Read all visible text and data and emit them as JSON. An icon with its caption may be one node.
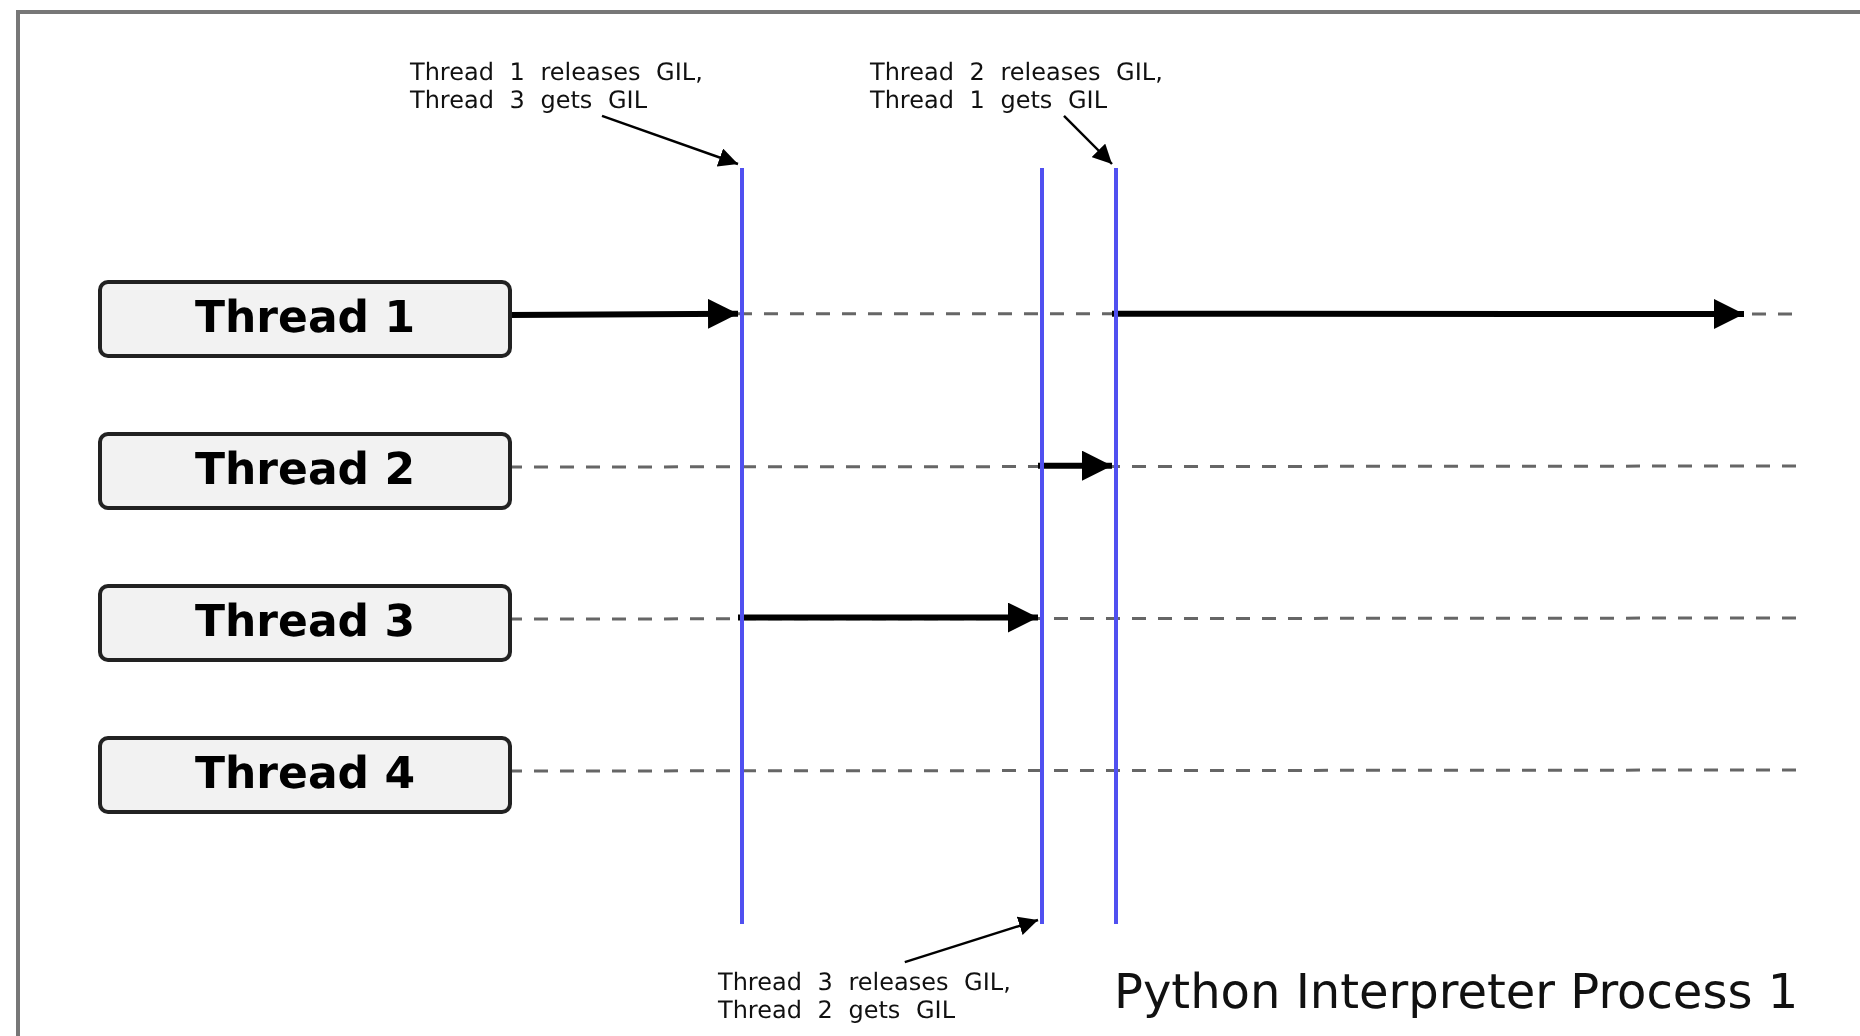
{
  "diagram": {
    "nodes": [
      {
        "text": [
          "Python Interpreter Process 1"
        ]
      },
      {
        "text": [
          "Thread 1 releases GIL, Thread 3 gets GIL"
        ],
        "in": 0
      },
      {
        "text": [
          "Thread 2 releases GIL, Thread 1 gets GIL"
        ],
        "in": 0
      },
      {
        "text": [
          "Thread 1"
        ],
        "in": 0
      },
      {
        "text": [
          "Thread 2"
        ],
        "in": 0
      },
      {
        "text": [
          "Thread 3"
        ],
        "in": 0
      },
      {
        "text": [
          "Thread 4"
        ],
        "in": 0
      },
      {
        "text": [],
        "shape": "bar",
        "in": 0
      },
      {
        "text": [],
        "shape": "bar",
        "in": 0
      },
      {
        "text": [],
        "shape": "bar",
        "in": 0
      },
      {
        "text": [
          "Thread 3 releases GIL, Thread 2 gets GIL"
        ],
        "in": 0
      }
    ],
    "edges": [
      {
        "from": 3,
        "to": 7,
        "arrow": "to",
        "style": "thick"
      },
      {
        "from": 7,
        "to": null,
        "arrow": "none",
        "style": "dashed",
        "color": "#666666"
      },
      {
        "from": 9,
        "to": null,
        "arrow": "to",
        "style": "thick"
      },
      {
        "from": 4,
        "to": null,
        "arrow": "none",
        "style": "dashed",
        "color": "#666666"
      },
      {
        "from": 8,
        "to": 9,
        "arrow": "to",
        "style": "thick"
      },
      {
        "from": 5,
        "to": null,
        "arrow": "none",
        "style": "dashed",
        "color": "#666666"
      },
      {
        "from": 7,
        "to": 8,
        "arrow": "to",
        "style": "thick"
      },
      {
        "from": 6,
        "to": null,
        "arrow": "none",
        "style": "dashed",
        "color": "#666666"
      },
      {
        "from": 1,
        "to": 7,
        "arrow": "to"
      },
      {
        "from": 2,
        "to": 9,
        "arrow": "to"
      },
      {
        "from": 10,
        "to": 8,
        "arrow": "to"
      }
    ]
  }
}
